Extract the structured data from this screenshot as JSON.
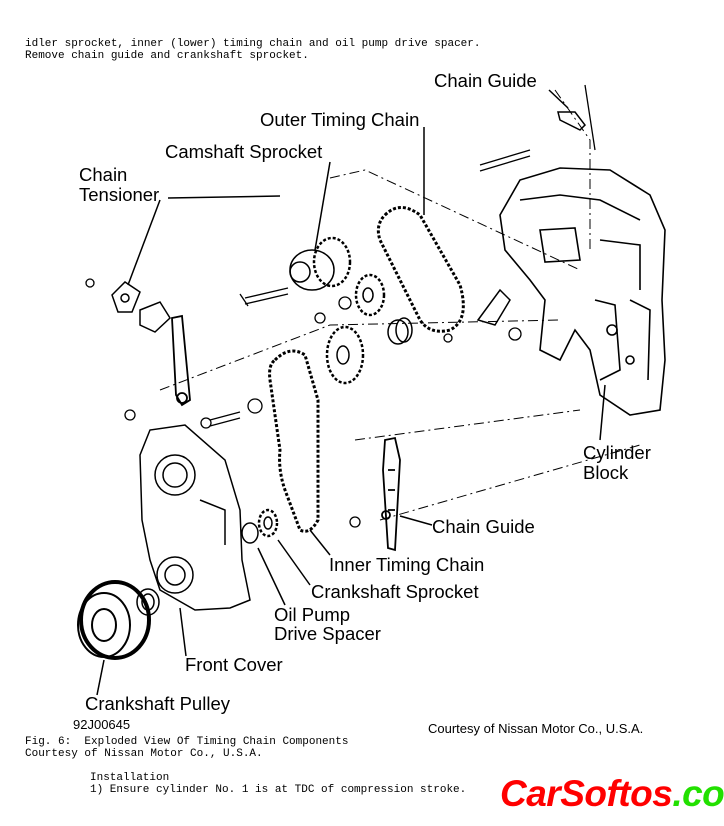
{
  "intro_text": {
    "line1": "idler sprocket, inner (lower) timing chain and oil pump drive spacer.",
    "line2": "Remove chain guide and crankshaft sprocket."
  },
  "figure": {
    "labels": {
      "chain_guide_top": "Chain Guide",
      "outer_timing_chain": "Outer Timing Chain",
      "camshaft_sprocket": "Camshaft Sprocket",
      "chain_tensioner_1": "Chain",
      "chain_tensioner_2": "Tensioner",
      "cylinder_block_1": "Cylinder",
      "cylinder_block_2": "Block",
      "chain_guide_lower": "Chain Guide",
      "inner_timing_chain": "Inner Timing Chain",
      "crankshaft_sprocket": "Crankshaft Sprocket",
      "oil_pump_1": "Oil Pump",
      "oil_pump_2": "Drive Spacer",
      "front_cover": "Front Cover",
      "crankshaft_pulley": "Crankshaft Pulley"
    },
    "figure_id": "92J00645",
    "courtesy": "Courtesy of Nissan Motor Co., U.S.A."
  },
  "caption": {
    "line1": "Fig. 6:  Exploded View Of Timing Chain Components",
    "line2": "Courtesy of Nissan Motor Co., U.S.A."
  },
  "installation": {
    "heading": "Installation",
    "step1": "1) Ensure cylinder No. 1 is at TDC of compression stroke."
  },
  "watermark": {
    "part1": "CarSoftos",
    "part2": ".com",
    "color1": "#ff0000",
    "color2": "#22e000"
  }
}
